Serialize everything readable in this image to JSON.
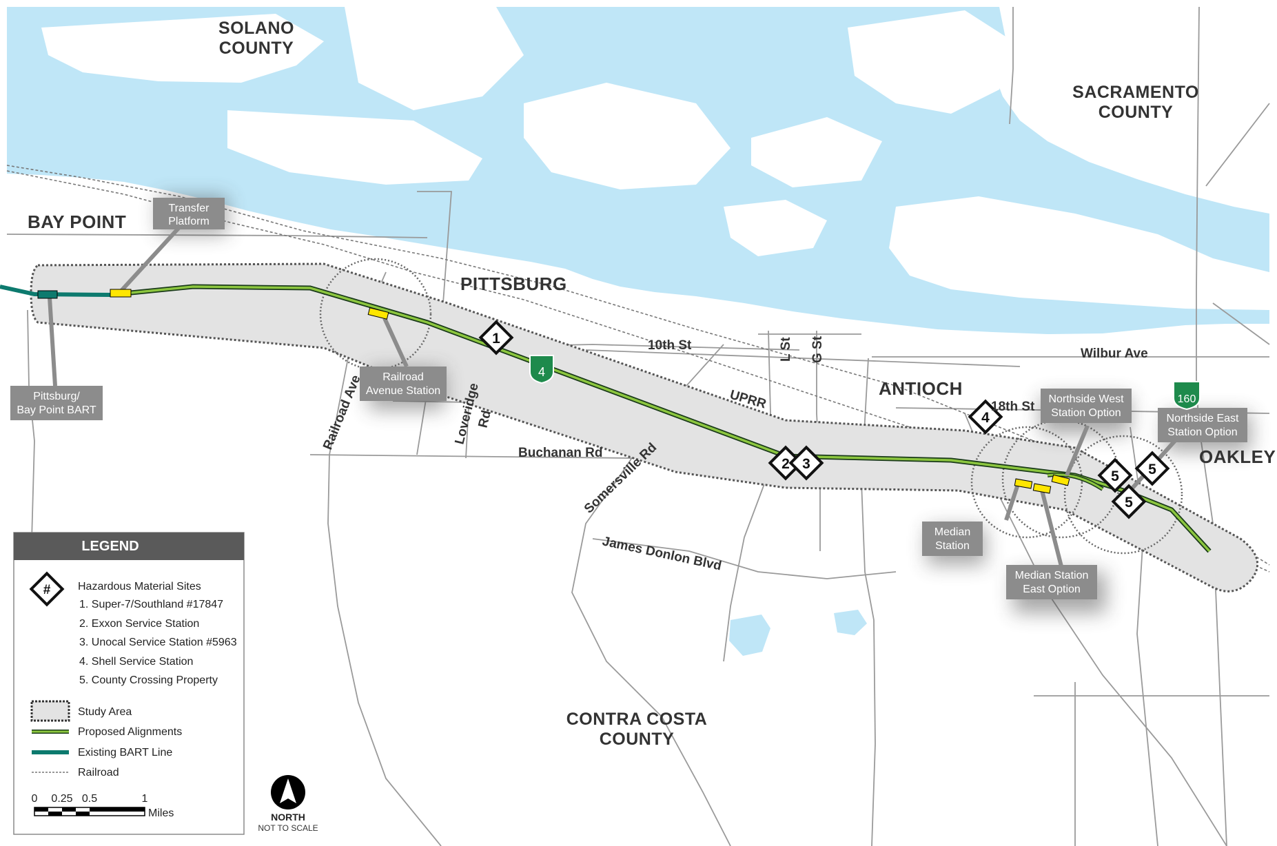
{
  "areas": {
    "solano_line1": "SOLANO",
    "solano_line2": "COUNTY",
    "sacramento_line1": "SACRAMENTO",
    "sacramento_line2": "COUNTY",
    "contra_costa_line1": "CONTRA COSTA",
    "contra_costa_line2": "COUNTY"
  },
  "cities": {
    "bay_point": "BAY POINT",
    "pittsburg": "PITTSBURG",
    "antioch": "ANTIOCH",
    "oakley": "OAKLEY"
  },
  "roads": {
    "tenth_st": "10th St",
    "wilbur_ave": "Wilbur Ave",
    "l_st": "L St",
    "g_st": "G St",
    "eighteenth_st": "18th St",
    "uprr": "UPRR",
    "railroad_ave": "Railroad Ave",
    "loveridge_line1": "Loveridge",
    "loveridge_line2": "Rd",
    "buchanan_rd": "Buchanan Rd",
    "somersville_rd": "Somersville Rd",
    "james_donlon": "James Donlon Blvd"
  },
  "shields": {
    "hwy4": "4",
    "hwy160": "160"
  },
  "callouts": {
    "transfer_line1": "Transfer",
    "transfer_line2": "Platform",
    "pittsburg_bart_line1": "Pittsburg/",
    "pittsburg_bart_line2": "Bay Point BART",
    "railroad_station_line1": "Railroad",
    "railroad_station_line2": "Avenue Station",
    "northside_west_line1": "Northside West",
    "northside_west_line2": "Station Option",
    "northside_east_line1": "Northside East",
    "northside_east_line2": "Station Option",
    "median_line1": "Median",
    "median_line2": "Station",
    "median_east_line1": "Median Station",
    "median_east_line2": "East Option"
  },
  "hazard_markers": [
    "1",
    "2",
    "3",
    "4",
    "5",
    "5",
    "5"
  ],
  "legend": {
    "title": "LEGEND",
    "symbol": "#",
    "hazard_title": "Hazardous Material Sites",
    "sites": [
      "1. Super-7/Southland #17847",
      "2. Exxon Service Station",
      "3. Unocal Service Station #5963",
      "4. Shell Service Station",
      "5. County Crossing Property"
    ],
    "study_area": "Study Area",
    "proposed": "Proposed Alignments",
    "existing": "Existing BART Line",
    "railroad": "Railroad",
    "scale_ticks": [
      "0",
      "0.25",
      "0.5",
      "1"
    ],
    "scale_unit": "Miles"
  },
  "north": {
    "label": "NORTH",
    "note": "NOT TO SCALE"
  },
  "colors": {
    "water": "#bfe6f7",
    "land": "#ffffff",
    "study_area": "#e3e3e3",
    "proposed_alignment": "#8cc63f",
    "existing_bart": "#0d7a6e",
    "station_marker": "#ffe600",
    "callout_box": "#8c8c8c",
    "shield": "#1e8a4c",
    "legend_header": "#5a5a5a"
  }
}
